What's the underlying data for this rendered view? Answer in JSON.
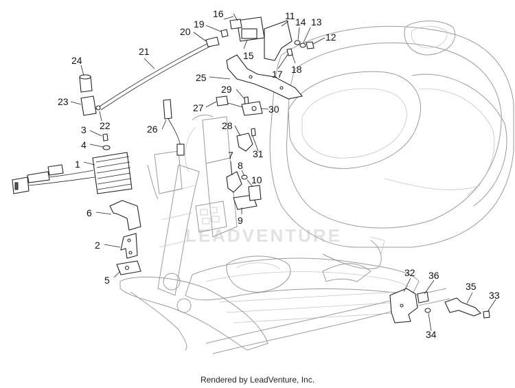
{
  "diagram": {
    "watermark": "LEADVENTURE",
    "footer": "Rendered by LeadVenture, Inc.",
    "callouts": [
      "1",
      "2",
      "3",
      "4",
      "5",
      "6",
      "7",
      "8",
      "9",
      "10",
      "11",
      "12",
      "13",
      "14",
      "15",
      "16",
      "17",
      "18",
      "19",
      "20",
      "21",
      "22",
      "23",
      "24",
      "25",
      "26",
      "27",
      "28",
      "29",
      "30",
      "31",
      "32",
      "33",
      "34",
      "35",
      "36"
    ]
  }
}
